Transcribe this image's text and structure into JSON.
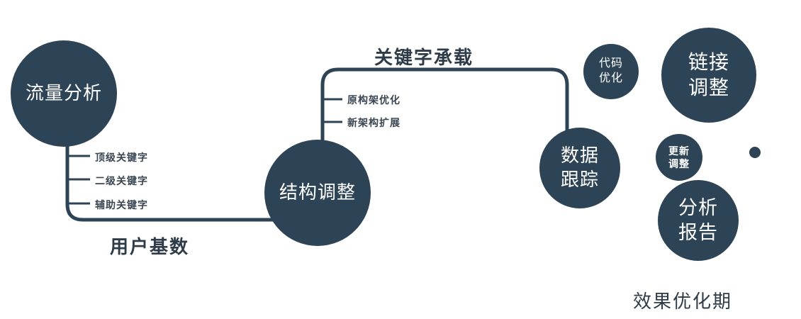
{
  "colors": {
    "primary": "#2d4356",
    "label_dark": "#2e3b48",
    "branch_dark": "#3a4652",
    "white": "#ffffff",
    "bg": "#ffffff"
  },
  "nodes": {
    "traffic": {
      "label": "流量分析"
    },
    "structure": {
      "label": "结构调整"
    },
    "tracking": {
      "line1": "数据",
      "line2": "跟踪"
    },
    "code": {
      "line1": "代码",
      "line2": "优化"
    },
    "link": {
      "line1": "链接",
      "line2": "调整"
    },
    "update": {
      "line1": "更新",
      "line2": "调整"
    },
    "report": {
      "line1": "分析",
      "line2": "报告"
    }
  },
  "edges": {
    "user_base": "用户基数",
    "keyword_carry": "关键字承载"
  },
  "branches": {
    "left": [
      "顶级关键字",
      "二级关键字",
      "辅助关键字"
    ],
    "mid": [
      "原构架优化",
      "新架构扩展"
    ]
  },
  "footer": "效果优化期"
}
